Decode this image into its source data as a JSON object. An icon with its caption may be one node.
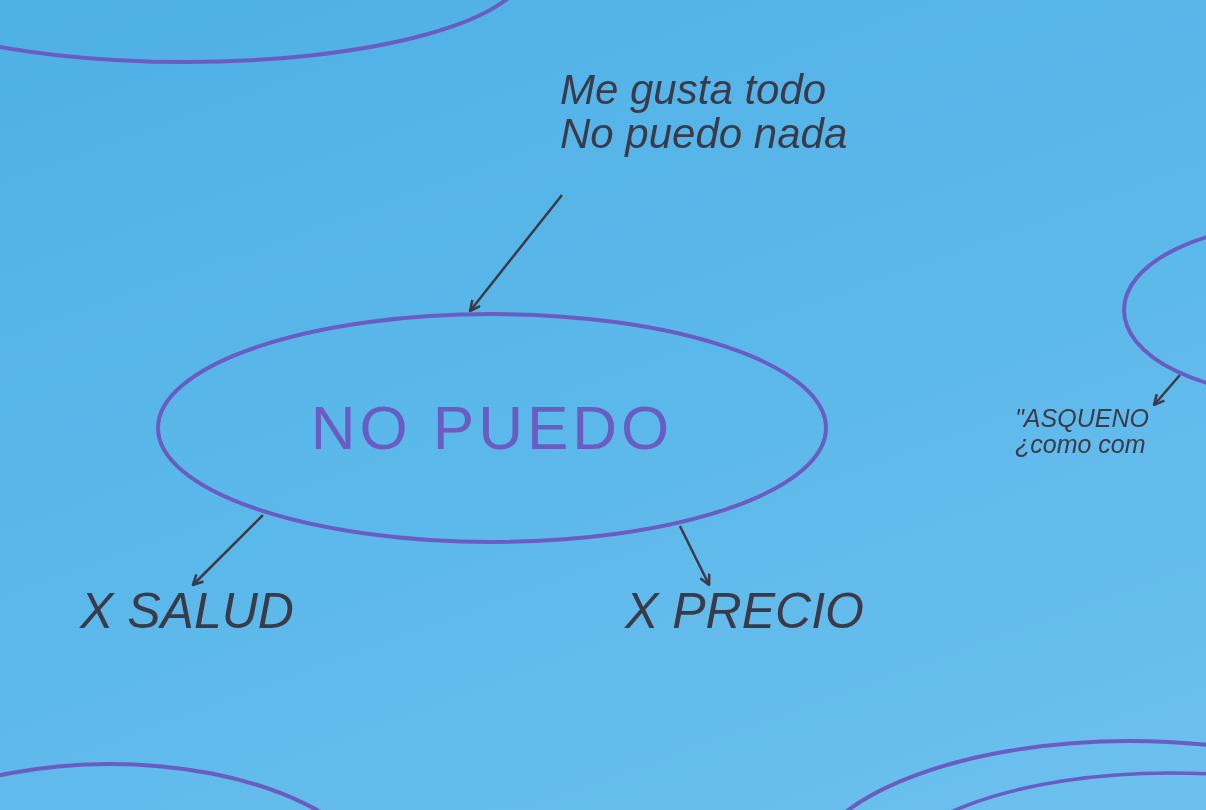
{
  "diagram": {
    "nodes": [
      {
        "text": [],
        "shape": "ellipse"
      },
      {
        "text": [
          "Me gusta todo No puedo nada"
        ]
      },
      {
        "text": [],
        "shape": "ellipse"
      },
      {
        "text": [
          "NO PUEDO"
        ]
      },
      {
        "text": [
          "\"ASQUENO ¿como com"
        ]
      },
      {
        "text": [
          "X SALUD"
        ]
      },
      {
        "text": [
          "X PRECIO"
        ]
      },
      {
        "text": [],
        "shape": "ellipse"
      },
      {
        "text": [],
        "shape": "ellipse"
      }
    ],
    "edges": [
      {
        "from": 1,
        "to": 3,
        "arrow": "to"
      },
      {
        "from": 3,
        "to": 5,
        "arrow": "to"
      },
      {
        "from": 3,
        "to": 6,
        "arrow": "to"
      },
      {
        "from": 2,
        "to": 4,
        "arrow": "to"
      }
    ]
  }
}
